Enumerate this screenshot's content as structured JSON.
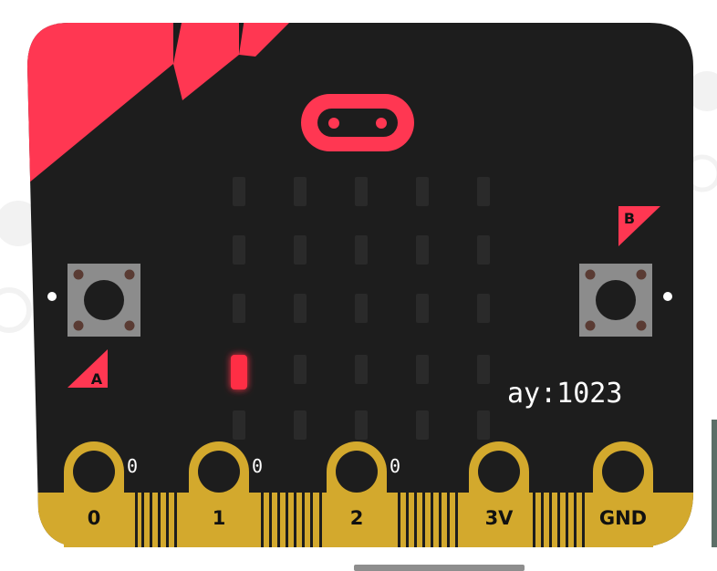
{
  "board": {
    "readout": "ay:1023",
    "button_a_label": "A",
    "button_b_label": "B",
    "pins": [
      {
        "label": "0",
        "value": "0"
      },
      {
        "label": "1",
        "value": "0"
      },
      {
        "label": "2",
        "value": "0"
      },
      {
        "label": "3V"
      },
      {
        "label": "GND"
      }
    ],
    "led_matrix": {
      "rows": 5,
      "cols": 5,
      "lit": [
        [
          3,
          0
        ]
      ]
    }
  },
  "colors": {
    "board": "#1d1d1d",
    "accent": "#ff3752",
    "gold": "#d3a92d",
    "led_on": "#ff2d44",
    "led_off": "#2a2a2a",
    "button_frame": "#8c8c8c"
  }
}
